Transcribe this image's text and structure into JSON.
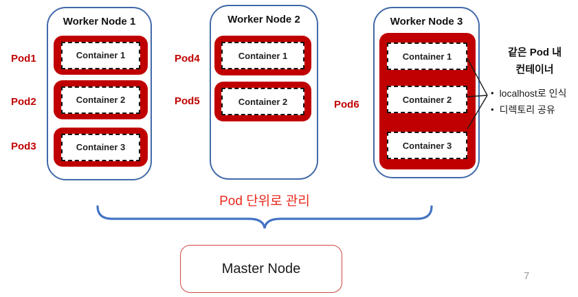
{
  "colors": {
    "node_border": "#4068A8",
    "pod_fill": "#C00000",
    "pod_label": "#C00000",
    "container_border": "#141414",
    "brace": "#4472C4",
    "manage_text": "#E8291C",
    "master_border": "#CF4641"
  },
  "nodes": [
    {
      "title": "Worker Node 1",
      "pods": [
        {
          "label": "Pod1",
          "containers": [
            "Container 1"
          ]
        },
        {
          "label": "Pod2",
          "containers": [
            "Container 2"
          ]
        },
        {
          "label": "Pod3",
          "containers": [
            "Container 3"
          ]
        }
      ]
    },
    {
      "title": "Worker Node 2",
      "pods": [
        {
          "label": "Pod4",
          "containers": [
            "Container 1"
          ]
        },
        {
          "label": "Pod5",
          "containers": [
            "Container 2"
          ]
        }
      ]
    },
    {
      "title": "Worker Node 3",
      "pods": [
        {
          "label": "Pod6",
          "containers": [
            "Container 1",
            "Container 2",
            "Container 3"
          ]
        }
      ]
    }
  ],
  "annotation": {
    "title_line1": "같은 Pod 내",
    "title_line2": "컨테이너",
    "bullets": [
      "localhost로 인식",
      "디렉토리 공유"
    ]
  },
  "brace_label": "Pod 단위로 관리",
  "master_node_label": "Master Node",
  "page_number": "7"
}
